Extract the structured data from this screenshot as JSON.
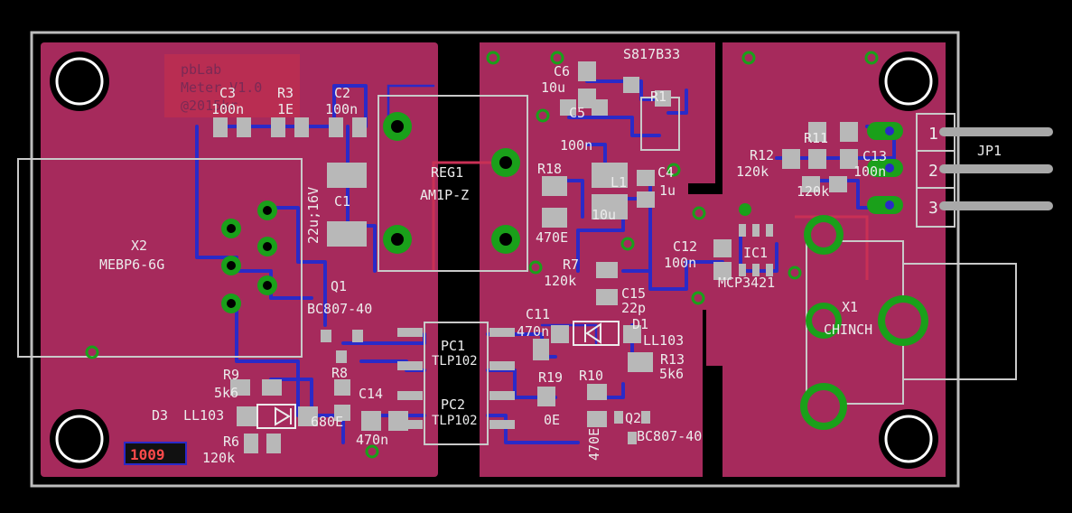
{
  "board": {
    "copper_color": "#a62a5c",
    "outline_color": "#bdbdbd",
    "via_color": "#1aa01a",
    "trace_color": "#2a2ac8",
    "background": "#000000"
  },
  "labels": {
    "c3": "C3",
    "c3_val": "100n",
    "r3": "R3",
    "r3_val": "1E",
    "c2": "C2",
    "c2_val": "100n",
    "c1": "C1",
    "c1_val": "22u;16V",
    "x2": "X2",
    "x2_val": "MEBP6-6G",
    "q1": "Q1",
    "q1_val": "BC807-40",
    "r9": "R9",
    "r9_val": "5k6",
    "d3": "D3",
    "d3_val": "LL103",
    "r6": "R6",
    "r6_val": "120k",
    "r8": "R8",
    "r8_val": "680E",
    "c14": "C14",
    "c14_val": "470n",
    "reg1": "REG1",
    "reg1_val": "AM1P-Z",
    "s817": "S817B33",
    "c6": "C6",
    "c6_val": "10u",
    "r1": "R1",
    "c5": "C5",
    "c5_val": "100n",
    "r18": "R18",
    "r18_val": "470E",
    "l1": "L1",
    "l1_val": "10u",
    "c4": "C4",
    "c4_val": "1u",
    "c12": "C12",
    "c12_val": "100n",
    "ic1": "IC1",
    "ic1_val": "MCP3421",
    "r7": "R7",
    "r7_val": "120k",
    "c15": "C15",
    "c15_val": "22p",
    "c11": "C11",
    "c11_val": "470n",
    "d1": "D1",
    "d1_val": "LL103",
    "pc1": "PC1",
    "pc1_val": "TLP102",
    "pc2": "PC2",
    "pc2_val": "TLP102",
    "r13": "R13",
    "r13_val": "5k6",
    "r19": "R19",
    "r19_val": "0E",
    "r10": "R10",
    "r10_val": "470E",
    "q2": "Q2",
    "q2_val": "BC807-40",
    "r12": "R12",
    "r12_val": "120k",
    "r11": "R11",
    "r11_val": "120k",
    "c13": "C13",
    "c13_val": "100n",
    "jp1": "JP1",
    "jp1_pin1": "1",
    "jp1_pin2": "2",
    "jp1_pin3": "3",
    "x1": "X1",
    "x1_val": "CHINCH",
    "logo": "1009",
    "ghost_top1": "pbLab",
    "ghost_top2": "Meter V1.0",
    "ghost_top3": "@2015kr"
  }
}
